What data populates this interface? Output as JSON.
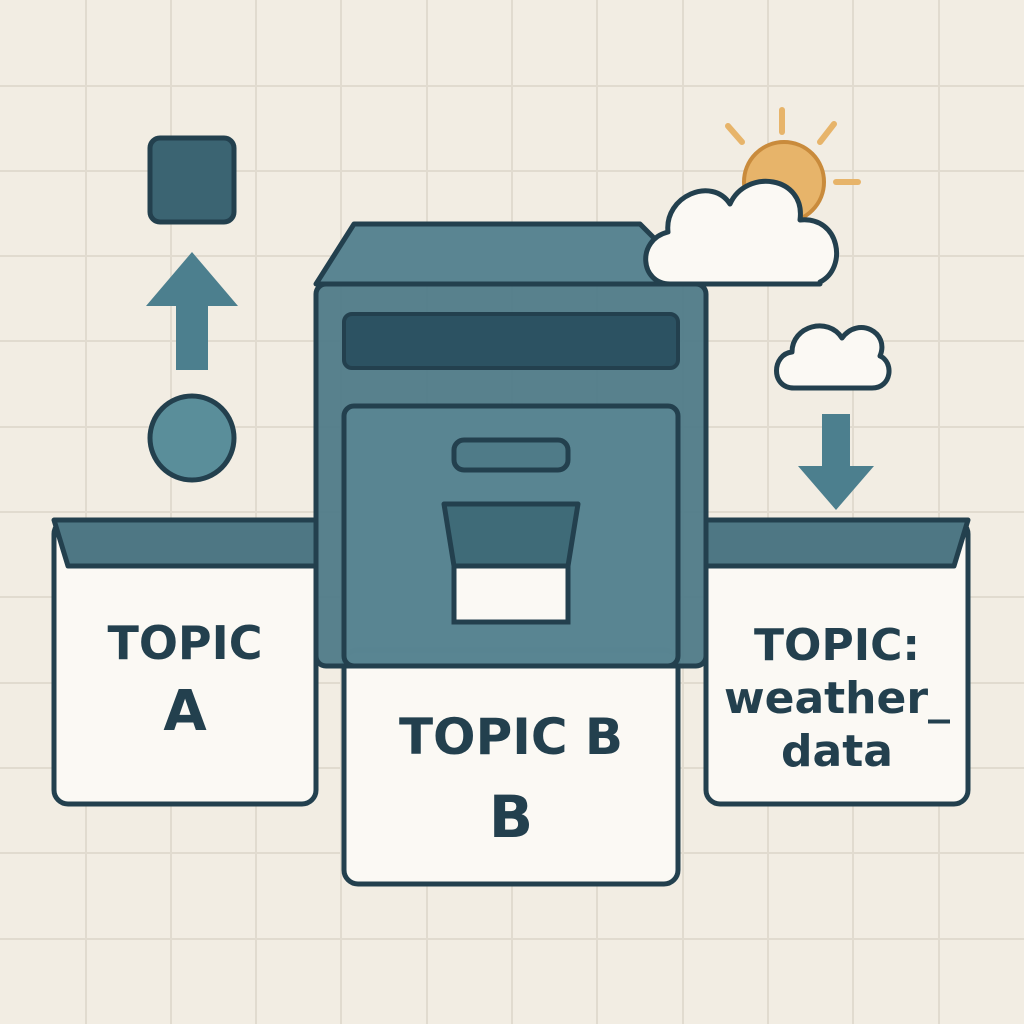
{
  "colors": {
    "background": "#f2ede3",
    "grid": "#e1dbcf",
    "stroke": "#23404e",
    "mailbox_body": "#4f7b88",
    "mailbox_top": "#5a8592",
    "slot": "#2c5262",
    "arrow": "#4c7f8e",
    "circle": "#5a8e9a",
    "square": "#3b6472",
    "sun": "#e7b46a",
    "tray_top": "#4e7784",
    "paper": "#fbf9f4"
  },
  "icons": {
    "square": "square-icon",
    "up_arrow": "up-arrow-icon",
    "circle": "circle-icon",
    "sun": "sun-icon",
    "cloud_large": "cloud-icon",
    "cloud_small": "cloud-icon",
    "down_arrow": "down-arrow-icon",
    "mailbox": "mailbox-icon"
  },
  "topics": [
    {
      "line1": "TOPIC",
      "line2": "A"
    },
    {
      "line1": "TOPIC B",
      "line2": "B"
    },
    {
      "line1": "TOPIC:",
      "line2": "weather_",
      "line3": "data"
    }
  ]
}
